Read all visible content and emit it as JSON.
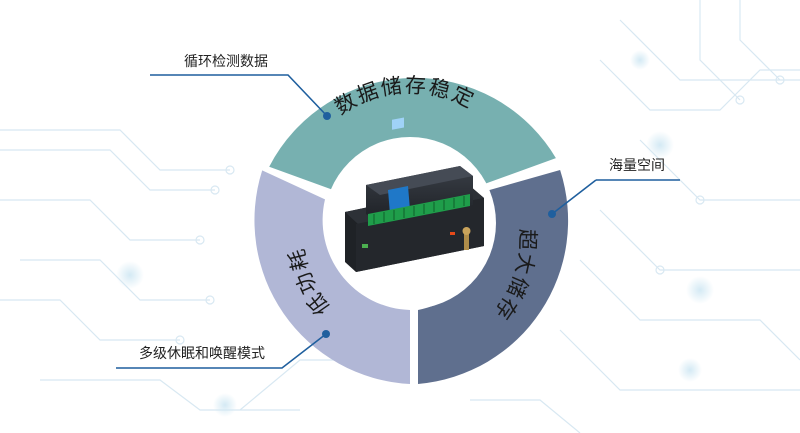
{
  "segments": {
    "top": {
      "label": "数据储存稳定",
      "color": "#77b0b0"
    },
    "right": {
      "label": "超大储存",
      "color": "#5f6f8e"
    },
    "left": {
      "label": "低功耗",
      "color": "#b1b7d6"
    }
  },
  "callouts": {
    "top_left": "循环检测数据",
    "right": "海量空间",
    "bottom_left": "多级休眠和唤醒模式"
  },
  "colors": {
    "accent_line": "#1f5f9e",
    "circuit": "#d8e8f2"
  },
  "device": {
    "icon": "data-logger-device-icon"
  }
}
